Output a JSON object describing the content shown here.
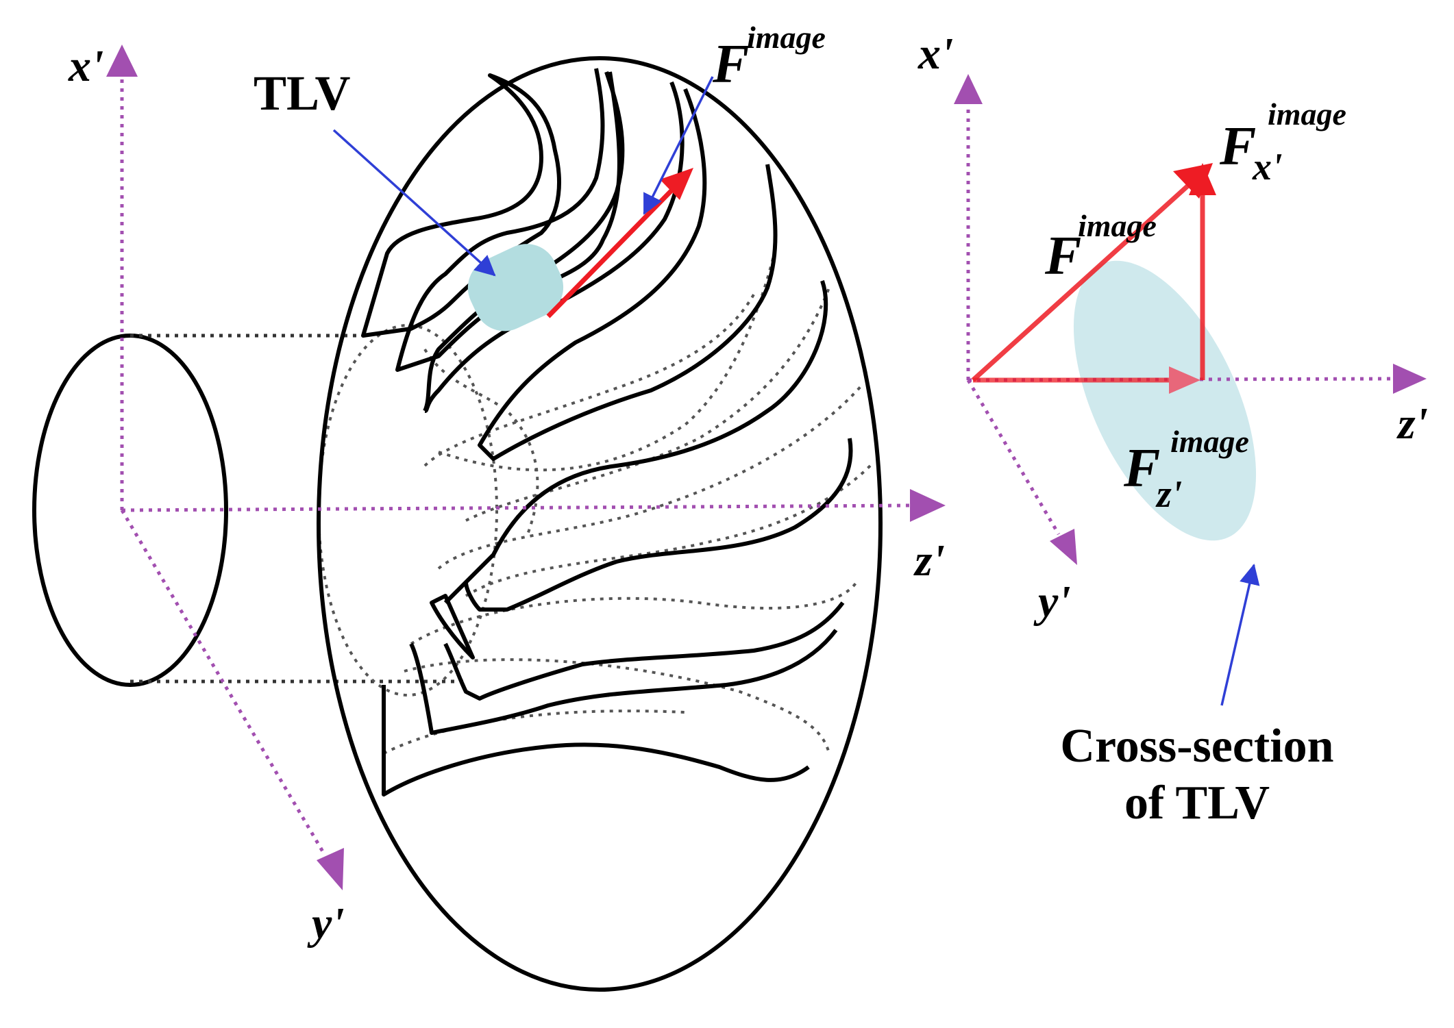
{
  "left_axes": {
    "x_label": "x'",
    "y_label": "y'",
    "z_label": "z'"
  },
  "right_axes": {
    "x_label": "x'",
    "y_label": "y'",
    "z_label": "z'"
  },
  "labels": {
    "tlv": "TLV",
    "f_image_base": "F",
    "f_image_sup": "image",
    "fx_base": "F",
    "fx_sub": "x'",
    "fx_sup": "image",
    "fz_base": "F",
    "fz_sub": "z'",
    "fz_sup": "image",
    "f_right_base": "F",
    "f_right_sup": "image",
    "cross_section_line1": "Cross-section",
    "cross_section_line2": "of TLV"
  },
  "colors": {
    "axis": "#a24fb0",
    "force": "#ee1c24",
    "pointer": "#2f3fd6",
    "tlv_fill": "#b3dde0",
    "ellipse_fill": "#cfe9ed",
    "outline": "#000000"
  }
}
